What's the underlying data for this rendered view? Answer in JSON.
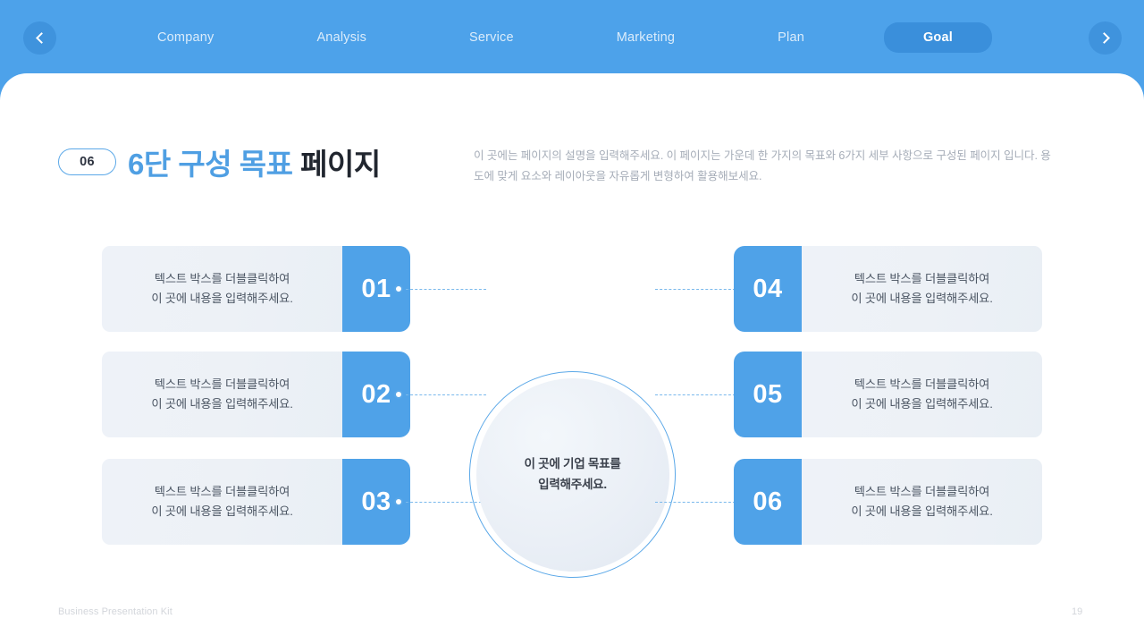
{
  "topbar": {
    "prev_icon": "chevron-left-icon",
    "next_icon": "chevron-right-icon",
    "menu": [
      {
        "label": "Company",
        "active": false
      },
      {
        "label": "Analysis",
        "active": false
      },
      {
        "label": "Service",
        "active": false
      },
      {
        "label": "Marketing",
        "active": false
      },
      {
        "label": "Plan",
        "active": false
      },
      {
        "label": "Goal",
        "active": true
      }
    ],
    "bar_color": "#4da2ea",
    "active_pill_color": "#3a8fdb"
  },
  "header": {
    "badge": "06",
    "title_highlight": "6단 구성 목표 ",
    "title_rest": "페이지",
    "description": "이 곳에는 페이지의 설명을 입력해주세요. 이 페이지는 가운데 한 가지의 목표와 6가지 세부 사항으로 구성된 페이지 입니다. 용도에 맞게 요소와 레이아웃을 자유롭게 변형하여 활용해보세요.",
    "accent_color": "#4f9fe3"
  },
  "diagram": {
    "center": {
      "line1": "이 곳에 기업 목표를",
      "line2": "입력해주세요."
    },
    "cards": [
      {
        "number": "01",
        "line1": "텍스트 박스를 더블클릭하여",
        "line2": "이 곳에 내용을 입력해주세요.",
        "side": "left"
      },
      {
        "number": "02",
        "line1": "텍스트 박스를 더블클릭하여",
        "line2": "이 곳에 내용을 입력해주세요.",
        "side": "left"
      },
      {
        "number": "03",
        "line1": "텍스트 박스를 더블클릭하여",
        "line2": "이 곳에 내용을 입력해주세요.",
        "side": "left"
      },
      {
        "number": "04",
        "line1": "텍스트 박스를 더블클릭하여",
        "line2": "이 곳에 내용을 입력해주세요.",
        "side": "right"
      },
      {
        "number": "05",
        "line1": "텍스트 박스를 더블클릭하여",
        "line2": "이 곳에 내용을 입력해주세요.",
        "side": "right"
      },
      {
        "number": "06",
        "line1": "텍스트 박스를 더블클릭하여",
        "line2": "이 곳에 내용을 입력해주세요.",
        "side": "right"
      }
    ],
    "number_box_color": "#4fa2e8",
    "panel_color": "#eef2f8",
    "connector_color": "#7ab9ec"
  },
  "footer": {
    "text": "Business Presentation Kit",
    "page": "19"
  }
}
